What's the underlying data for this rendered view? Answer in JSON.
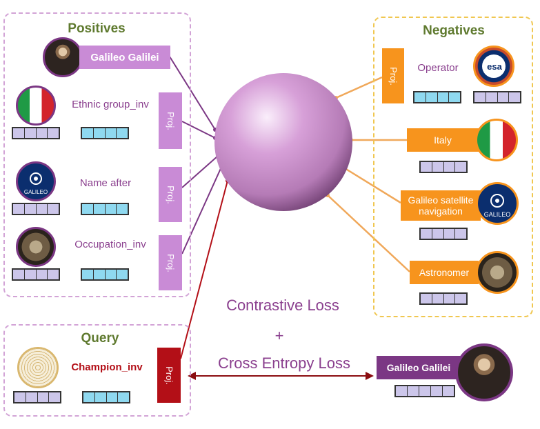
{
  "positives": {
    "title": "Positives",
    "items": [
      {
        "label": "Galileo Galilei"
      },
      {
        "label": "Ethnic group_inv"
      },
      {
        "label": "Name after"
      },
      {
        "label": "Occupation_inv"
      }
    ]
  },
  "negatives": {
    "title": "Negatives",
    "items": [
      {
        "label": "Operator"
      },
      {
        "label": "Italy"
      },
      {
        "label": "Galileo satellite navigation"
      },
      {
        "label": "Astronomer"
      }
    ]
  },
  "query": {
    "title": "Query",
    "relation": "Champion_inv"
  },
  "output": {
    "label": "Galileo Galilei"
  },
  "proj_label": "Proj.",
  "loss": {
    "contrastive": "Contrastive Loss",
    "plus": "+",
    "cross_entropy": "Cross Entropy Loss"
  },
  "icon_text": {
    "esa": "esa",
    "galileo": "GALILEO"
  },
  "colors": {
    "positive_accent": "#c98bd6",
    "negative_accent": "#f7941d",
    "query_accent": "#b30f17",
    "title_green": "#5f7a2f"
  }
}
